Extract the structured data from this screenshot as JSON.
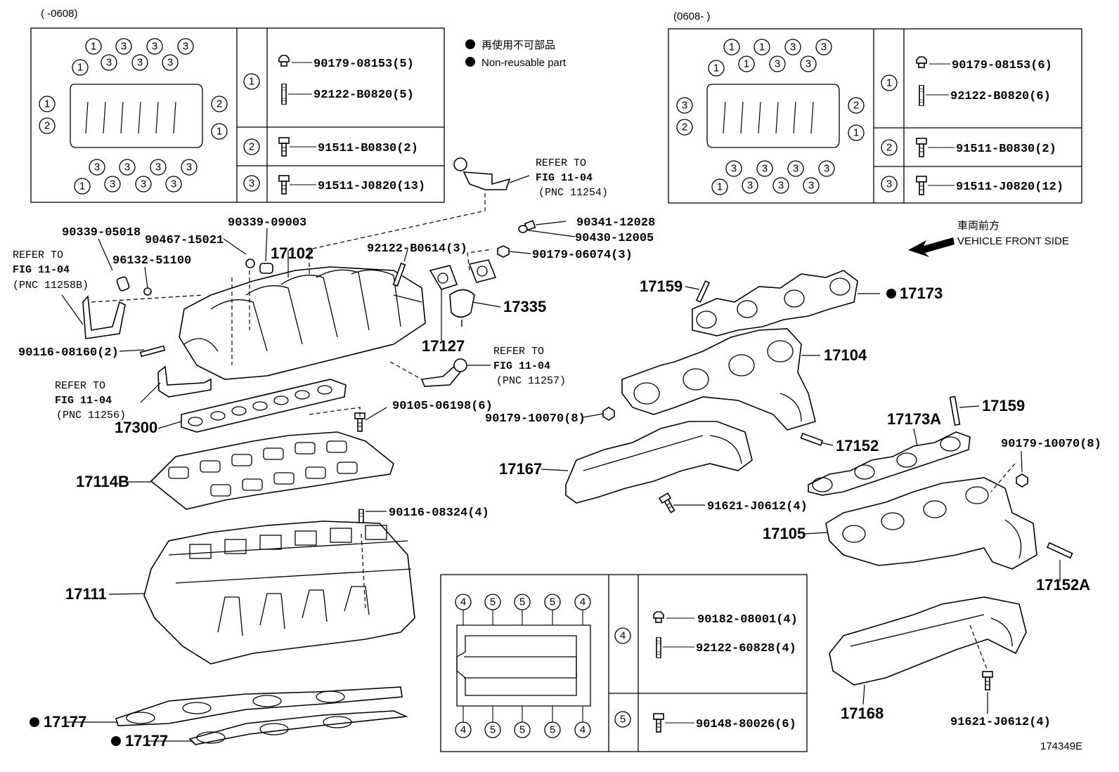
{
  "top_left": {
    "date_range": "(     -0608)",
    "rows": [
      {
        "key": "1",
        "parts": [
          "90179-08153(5)",
          "92122-B0820(5)"
        ]
      },
      {
        "key": "2",
        "parts": [
          "91511-B0830(2)"
        ]
      },
      {
        "key": "3",
        "parts": [
          "91511-J0820(13)"
        ]
      }
    ]
  },
  "top_right": {
    "date_range": "(0608-     )",
    "rows": [
      {
        "key": "1",
        "parts": [
          "90179-08153(6)",
          "92122-B0820(6)"
        ]
      },
      {
        "key": "2",
        "parts": [
          "91511-B0830(2)"
        ]
      },
      {
        "key": "3",
        "parts": [
          "91511-J0820(12)"
        ]
      }
    ]
  },
  "legend": {
    "jp": "再使用不可部品",
    "en": "Non-reusable part"
  },
  "vehicle_front": {
    "jp": "車両前方",
    "en": "VEHICLE FRONT SIDE"
  },
  "refs": [
    {
      "l1": "REFER TO",
      "l2": "FIG 11-04",
      "l3": "(PNC 11254)"
    },
    {
      "l1": "REFER TO",
      "l2": "FIG 11-04",
      "l3": "(PNC 11258B)"
    },
    {
      "l1": "REFER TO",
      "l2": "FIG 11-04",
      "l3": "(PNC 11257)"
    },
    {
      "l1": "REFER TO",
      "l2": "FIG 11-04",
      "l3": "(PNC 11256)"
    }
  ],
  "parts": {
    "p90339_05018": "90339-05018",
    "p90467": "90467-15021",
    "p90339_09003": "90339-09003",
    "p96132": "96132-51100",
    "p17102": "17102",
    "p90341": "90341-12028",
    "p90430": "90430-12005",
    "p92122_b0614": "92122-B0614(3)",
    "p90179_06074": "90179-06074(3)",
    "p17335": "17335",
    "p17127": "17127",
    "p90116_08160": "90116-08160(2)",
    "p17300": "17300",
    "p90105": "90105-06198(6)",
    "p17114b": "17114B",
    "p90116_08324": "90116-08324(4)",
    "p17111": "17111",
    "p17177a": "17177",
    "p17177b": "17177",
    "p17159a": "17159",
    "p17173": "17173",
    "p17104": "17104",
    "p90179_10070a": "90179-10070(8)",
    "p17159b": "17159",
    "p17173a": "17173A",
    "p17152": "17152",
    "p90179_10070b": "90179-10070(8)",
    "p17167": "17167",
    "p91621a": "91621-J0612(4)",
    "p17105": "17105",
    "p17152a": "17152A",
    "p17168": "17168",
    "p91621b": "91621-J0612(4)"
  },
  "bottom_table": {
    "rows": [
      {
        "key": "4",
        "parts": [
          "90182-08001(4)",
          "92122-60828(4)"
        ]
      },
      {
        "key": "5",
        "parts": [
          "90148-80026(6)"
        ]
      }
    ]
  },
  "figure_id": "174349E"
}
